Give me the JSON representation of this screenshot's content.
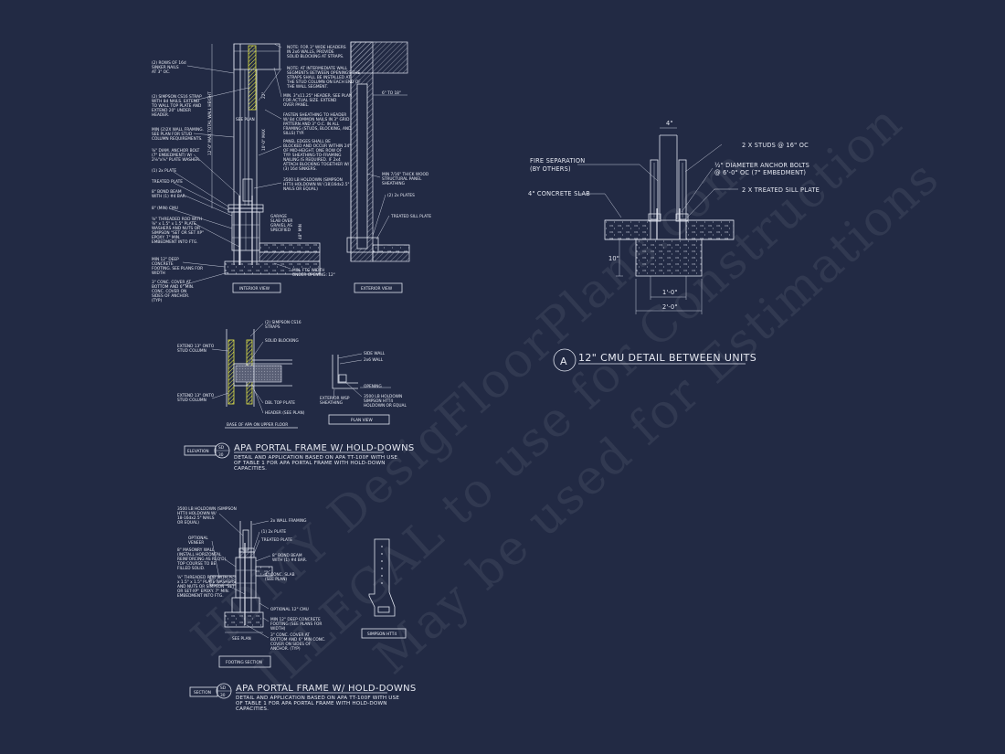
{
  "watermark": {
    "line1": "HDMY DesigFloorPlans.com",
    "line2": "ILLEGAL to use for Construction",
    "line3": "May be used for Estimations"
  },
  "cmu_detail": {
    "label_fire_sep_1": "FIRE SEPARATION",
    "label_fire_sep_2": "(BY OTHERS)",
    "label_slab": "4\" CONCRETE SLAB",
    "label_studs": "2 X STUDS @ 16\" OC",
    "label_bolts_1": "½\" DIAMETER ANCHOR BOLTS",
    "label_bolts_2": "@ 6'-0\" OC (7\" EMBEDMENT)",
    "label_sill": "2 X TREATED SILL PLATE",
    "dim_top": "4\"",
    "dim_left": "10\"",
    "dim_inner": "1'-0\"",
    "dim_outer": "2'-0\"",
    "callout_letter": "A",
    "title": "12\" CMU DETAIL BETWEEN UNITS"
  },
  "portal_top": {
    "notes_left": [
      "(2) ROWS OF 16d",
      "SINKER NAILS",
      "AT 3\" OC.",
      "(2) SIMPSON CS16 STRAP",
      "WITH 8d NAILS. EXTEND",
      "TO WALL TOP PLATE AND",
      "EXTEND 20\" UNDER",
      "HEADER.",
      "MIN (2)2X WALL FRAMING.",
      "SEE PLAN FOR STUD",
      "COLUMN REQUIREMENTS.",
      "⅝\" DIAM. ANCHOR BOLT",
      "(7\" EMBEDMENT) W/",
      "2⅛\"x⅝\" PLATE WASHER.",
      "(1) 2x PLATE",
      "TREATED PLATE",
      "8\" BOND BEAM",
      "WITH (1) #4 BAR.",
      "8\" (MIN) CMU",
      "⅝\" THREADED ROD WITH",
      "⅝\" x 1.5\" x 1.5\" PLATE",
      "WASHERS AND NUTS OR",
      "SIMPSON \"SET OR SET XP\"",
      "EPOXY. 7\" MIN.",
      "EMBEDMENT INTO FTG.",
      "MIN 12\" DEEP",
      "CONCRETE",
      "FOOTING. SEE PLANS FOR",
      "WIDTH",
      "3\" CONC. COVER AT",
      "BOTTOM AND 6\" MIN.",
      "CONC. COVER ON",
      "SIDES OF ANCHOR.",
      "(TYP)"
    ],
    "notes_right": [
      "NOTE: FOR 3\" WIDE HEADERS",
      "IN 2x6 WALLS, PROVIDE",
      "SOLID BLOCKING AT STRAPS.",
      "NOTE: AT INTERMEDIATE WALL",
      "SEGMENTS BETWEEN OPENINGS THE",
      "STRAPS SHALL BE INSTALLED AT",
      "THE STUD COLUMN ON EACH END OF",
      "THE WALL SEGMENT.",
      "MIN. 3\"x11.25\" HEADER. SEE PLAN",
      "FOR ACTUAL SIZE. EXTEND",
      "OVER PANEL.",
      "FASTEN SHEATHING TO HEADER",
      "W/ 8d COMMON NAILS IN 3\" GRID",
      "PATTERN AND 3\" O.C. IN ALL",
      "FRAMING (STUDS, BLOCKING, AND",
      "SILLS) TYP.",
      "PANEL EDGES SHALL BE",
      "BLOCKED AND OCCUR WITHIN 24\"",
      "OF MID-HEIGHT. ONE ROW OF",
      "TYP. SHEATHING-TO-FRAMING",
      "NAILING IS REQUIRED. IF 2x4",
      "ATTACH BLOCKING TOGETHER W/",
      "(3) 16d SINKERS.",
      "3500 LB HOLDOWN (SIMPSON",
      "HTT4 HOLDOWN W/ (18)16dx2.5\"",
      "NAILS OR EQUAL)",
      "GARAGE",
      "SLAB OVER",
      "GRAVEL AS",
      "SPECIFIED",
      "MIN. FTG WIDTH",
      "UNDER OPENING: 12\""
    ],
    "dim_labels": [
      "SEE PLAN",
      "12'-0\" MAX TOTAL WALL HEIGHT",
      "10'-0\" MAX",
      "22\"",
      "MIN 3\"",
      "48\" MIN"
    ],
    "notes_exterior": [
      "6\" TO 18\"",
      "MIN 7/16\" THICK WOOD",
      "STRUCTURAL PANEL",
      "SHEATHING",
      "(2) 2x PLATES",
      "TREATED SILL PLATE"
    ],
    "label_interior": "INTERIOR VIEW",
    "label_exterior": "EXTERIOR VIEW"
  },
  "upper_floor": {
    "notes": [
      "(2) SIMPSON CS16",
      "STRAPS",
      "SOLID BLOCKING",
      "EXTEND 13\" ONTO",
      "STUD COLUMN",
      "EXTEND 13\" ONTO",
      "STUD COLUMN",
      "DBL TOP PLATE",
      "HEADER (SEE PLAN)"
    ],
    "caption": "BASE OF APA ON UPPER FLOOR",
    "plan_notes": [
      "SIDE WALL",
      "2x6 WALL",
      "OPENING",
      "EXTERIOR WSP",
      "SHEATHING",
      "3500 LB HOLDOWN",
      "SIMPSON HTT4",
      "HOLDOWN OR EQUAL"
    ],
    "plan_caption": "PLAN VIEW"
  },
  "title_elevation": {
    "tag": "ELEVATION",
    "num_top": "SD",
    "num_bottom": "30",
    "title": "APA PORTAL FRAME W/ HOLD-DOWNS",
    "desc1": "DETAIL AND APPLICATION BASED ON APA TT-100F WITH USE",
    "desc2": "OF TABLE 1 FOR APA PORTAL FRAME WITH HOLD-DOWN",
    "desc3": "CAPACITIES."
  },
  "footing_section": {
    "notes": [
      "3500 LB HOLDOWN (SIMPSON",
      "HTT4 HOLDOWN W/",
      "18-16dx2.5\" NAILS",
      "OR EQUAL)",
      "2x WALL FRAMING",
      "(1) 2x PLATE",
      "TREATED PLATE",
      "OPTIONAL",
      "VENEER",
      "8\" MASONRY WALL",
      "(INSTALL HORIZONTAL",
      "REINFORCING AS REQ'D).",
      "TOP COURSE TO BE",
      "FILLED SOLID.",
      "8\" BOND BEAM",
      "WITH (1) #4 BAR.",
      "4\" CONC. SLAB",
      "(SEE PLAN)",
      "⅝\" THREADED ROD WITH ⅝\"",
      "x 1.5\" x 1.5\" PLATE WASHERS",
      "AND NUTS OR SIMPSON \"SET",
      "OR SET-XP\" EPOXY. 7\" MIN.",
      "EMBEDMENT INTO FTG.",
      "OPTIONAL 12\" CMU",
      "MIN 12\" DEEP CONCRETE",
      "FOOTING (SEE PLANS FOR",
      "WIDTH)",
      "3\" CONC. COVER AT",
      "BOTTOM AND 6\" MIN CONC.",
      "COVER ON SIDES OF",
      "ANCHOR. (TYP)"
    ],
    "see_plan": "SEE PLAN",
    "caption": "FOOTING SECTION",
    "simpson_caption": "SIMPSON HTT4"
  },
  "title_section": {
    "tag": "SECTION",
    "num_top": "SD",
    "num_bottom": "30",
    "title": "APA PORTAL FRAME W/ HOLD-DOWNS",
    "desc1": "DETAIL AND APPLICATION BASED ON APA TT-100F WITH USE",
    "desc2": "OF TABLE 1 FOR APA PORTAL FRAME WITH HOLD-DOWN",
    "desc3": "CAPACITIES."
  }
}
